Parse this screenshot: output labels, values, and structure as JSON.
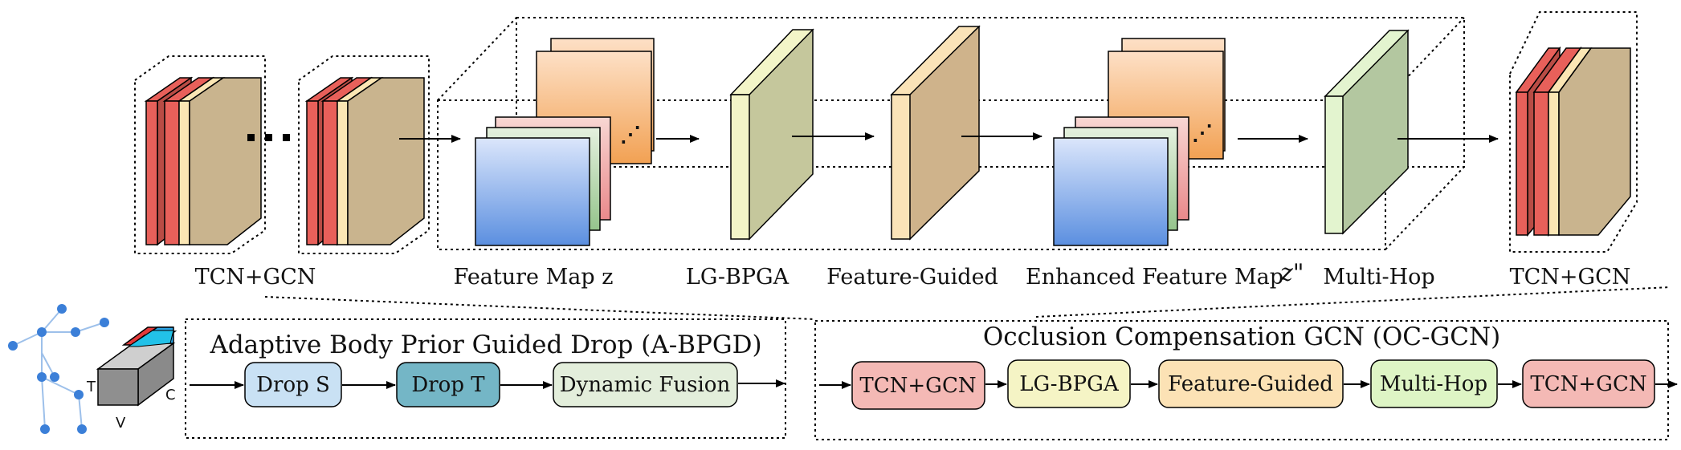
{
  "top_labels": {
    "tcn_gcn_left": "TCN+GCN",
    "feature_map": "Feature Map z",
    "lg_bpga": "LG-BPGA",
    "feature_guided": "Feature-Guided",
    "enhanced_map": "Enhanced Feature Map",
    "enhanced_symbol": "z\"",
    "multi_hop": "Multi-Hop",
    "tcn_gcn_right": "TCN+GCN"
  },
  "input_cube": {
    "t": "T",
    "v": "V",
    "c": "C"
  },
  "abpgd": {
    "title": "Adaptive Body Prior Guided Drop (A-BPGD)",
    "drop_s": "Drop S",
    "drop_t": "Drop T",
    "dynamic_fusion": "Dynamic Fusion"
  },
  "ocgcn": {
    "title": "Occlusion Compensation GCN (OC-GCN)",
    "tcn_gcn_1": "TCN+GCN",
    "lg_bpga": "LG-BPGA",
    "feature_guided": "Feature-Guided",
    "multi_hop": "Multi-Hop",
    "tcn_gcn_2": "TCN+GCN"
  },
  "colors": {
    "red_block": "#e8605a",
    "cream_block": "#fbe6b4",
    "tan_block": "#c9b48e",
    "lg_front": "#f3f5c8",
    "lg_side": "#c5c79c",
    "fg_front": "#fae3b8",
    "fg_side": "#cfb38b",
    "mh_front": "#e3f4cf",
    "mh_side": "#b3c7a0",
    "drop_s": "#c9e1f4",
    "drop_t": "#74b6c6",
    "dynamic_fusion": "#e3eedb",
    "oc_tcn": "#f4b9b5",
    "oc_lg": "#f5f4c5",
    "oc_fg": "#fce2b5",
    "oc_mh": "#def5c5",
    "skeleton": "#3b7fd8"
  }
}
